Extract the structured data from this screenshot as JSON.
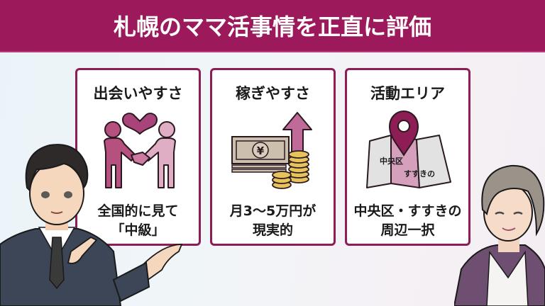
{
  "header": {
    "title": "札幌のママ活事情を正直に評価",
    "background_color": "#9c1a5b"
  },
  "cards": [
    {
      "title": "出会いやすさ",
      "icon": "handshake-heart-icon",
      "desc_line1": "全国的に見て",
      "desc_line2": "「中級」"
    },
    {
      "title": "稼ぎやすさ",
      "icon": "money-up-arrow-icon",
      "icon_symbol": "¥",
      "desc_line1": "月3〜5万円が",
      "desc_line2": "現実的"
    },
    {
      "title": "活動エリア",
      "icon": "map-pin-icon",
      "map_label_1": "中央区",
      "map_label_2": "すすきの",
      "desc_line1": "中央区・すすきの",
      "desc_line2": "周辺一択"
    }
  ],
  "characters": {
    "left": "businessman-pointing",
    "right": "older-woman-smiling"
  },
  "colors": {
    "accent": "#9c1a5b",
    "card_border": "#8e1c55",
    "icon_pink_dark": "#b5507f",
    "icon_pink_light": "#dfaec4",
    "coin_gold": "#e8c25a",
    "bill_tan": "#cdbfae"
  }
}
